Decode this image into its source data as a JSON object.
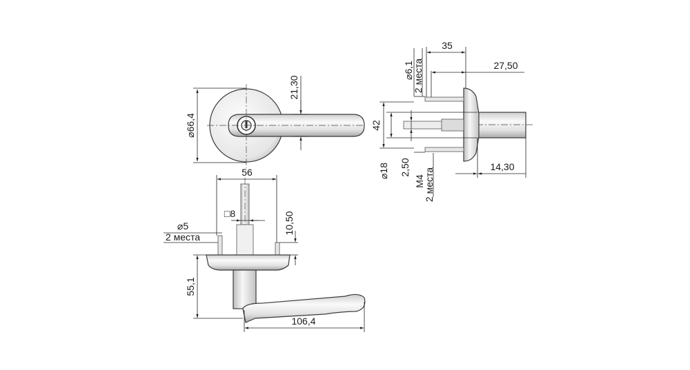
{
  "drawing": {
    "front_view": {
      "diameter_label": "⌀66,4",
      "offset_label": "21,30"
    },
    "side_view": {
      "d35_label": "35",
      "d6_label": "⌀6,1",
      "d6_note": "2 места",
      "d27_label": "27,50",
      "d42_label": "42",
      "d18_label": "⌀18",
      "d250_label": "2,50",
      "m4_label": "M4",
      "m4_note": "2 места",
      "d1430_label": "14,30"
    },
    "top_view": {
      "d56_label": "56",
      "square_label": "□8",
      "d1050_label": "10,50",
      "d5_label": "⌀5",
      "d5_note": "2 места",
      "d551_label": "55,1",
      "d1064_label": "106,4"
    }
  },
  "colors": {
    "metal_light": "#f4f4f4",
    "metal_mid": "#d6d6d6",
    "metal_dark": "#9a9a9a",
    "line": "#222222"
  }
}
